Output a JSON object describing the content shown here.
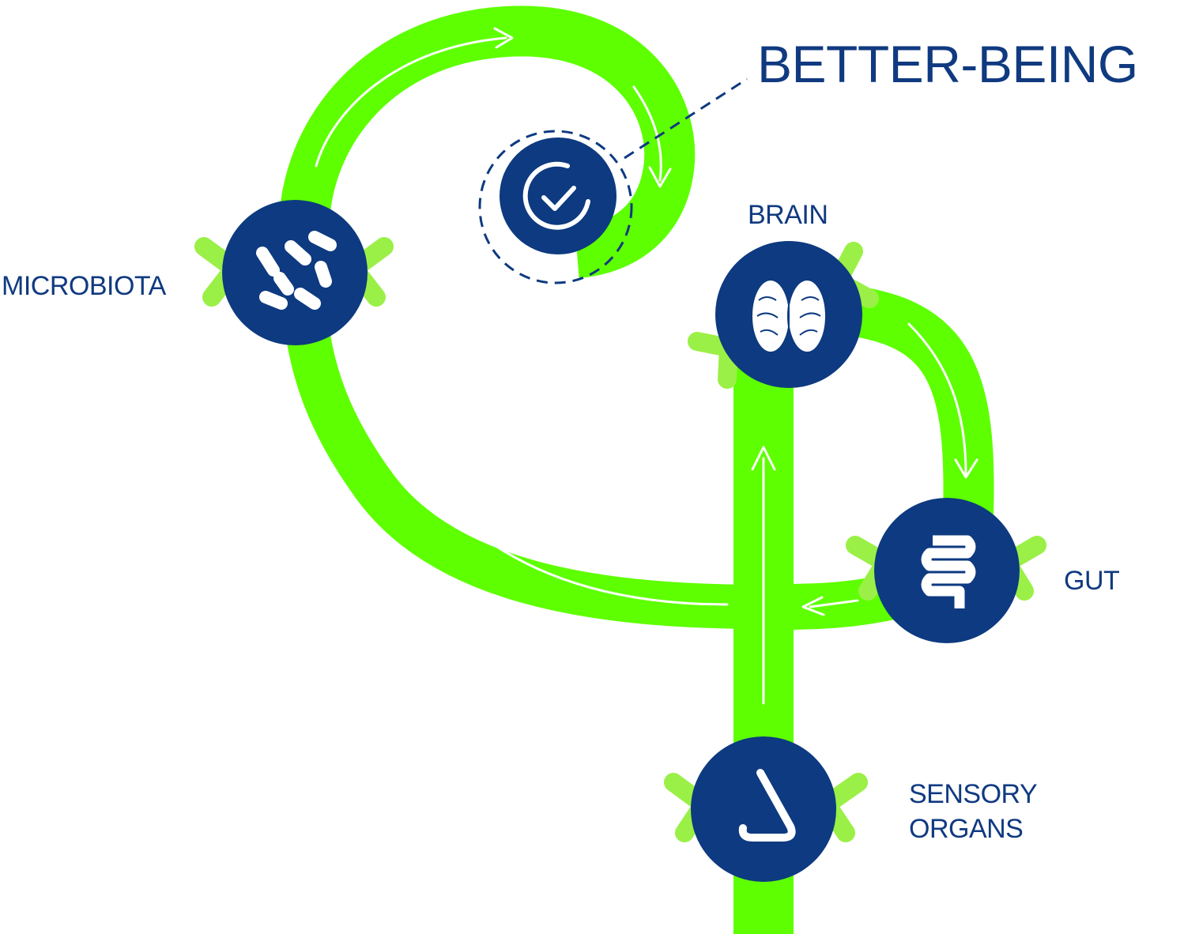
{
  "title": "BETTER-BEING",
  "nodes": {
    "microbiota": {
      "label": "MICROBIOTA",
      "icon": "bacteria-icon"
    },
    "brain": {
      "label": "BRAIN",
      "icon": "brain-icon"
    },
    "gut": {
      "label": "GUT",
      "icon": "intestine-icon"
    },
    "sensory": {
      "label_line1": "SENSORY",
      "label_line2": "ORGANS",
      "icon": "nose-icon"
    },
    "better_being": {
      "icon": "check-circle-icon"
    }
  },
  "colors": {
    "path": "#5eff00",
    "chevron": "#9af046",
    "node": "#0d3a80",
    "text": "#103a80",
    "arrow": "#ffffff"
  }
}
